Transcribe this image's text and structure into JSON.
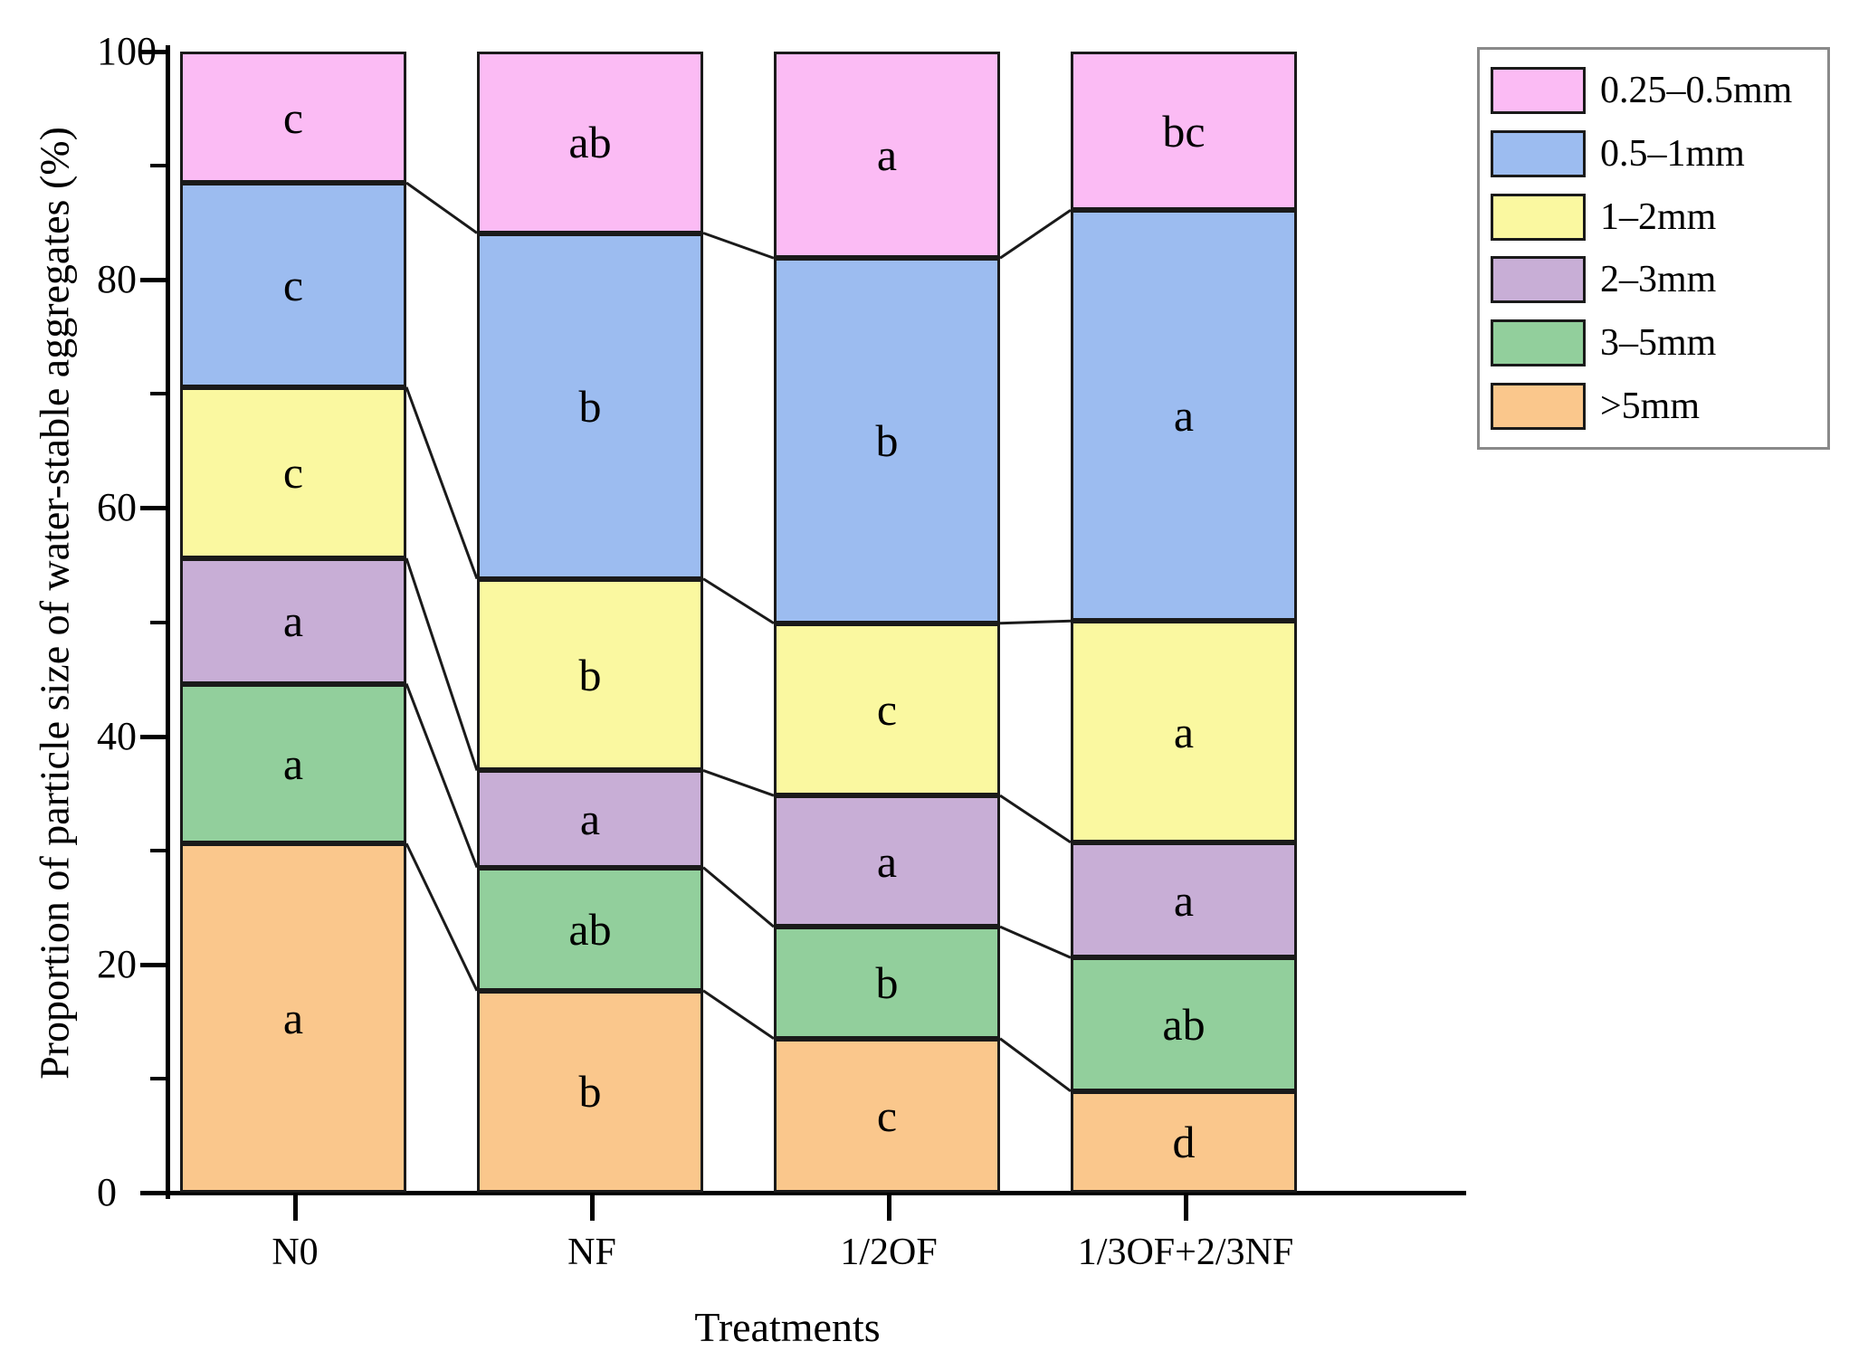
{
  "chart_data": {
    "type": "bar",
    "stacked": true,
    "title": "",
    "xlabel": "Treatments",
    "ylabel": "Proportion of particle size of water-stable aggregates (%)",
    "categories": [
      "N0",
      "NF",
      "1/2OF",
      "1/3OF+2/3NF"
    ],
    "ylim": [
      0,
      100
    ],
    "yticks": [
      0,
      20,
      40,
      60,
      80,
      100
    ],
    "ytick_labels": [
      "0",
      "20",
      "40",
      "60",
      "80",
      "100"
    ],
    "yminor_ticks": [
      10,
      30,
      50,
      70,
      90
    ],
    "grid": false,
    "legend_position": "upper-right",
    "series": [
      {
        "name": "0.25–0.5mm",
        "color": "#FBBBF4",
        "values": [
          11.5,
          15.9,
          18.1,
          13.9
        ],
        "labels": [
          "c",
          "ab",
          "a",
          "bc"
        ]
      },
      {
        "name": "0.5–1mm",
        "color": "#9CBCF0",
        "values": [
          17.9,
          30.3,
          32.0,
          36.0
        ],
        "labels": [
          "c",
          "b",
          "b",
          "a"
        ]
      },
      {
        "name": "1–2mm",
        "color": "#FAF8A0",
        "values": [
          15.0,
          16.8,
          15.1,
          19.4
        ],
        "labels": [
          "c",
          "b",
          "c",
          "a"
        ]
      },
      {
        "name": "2–3mm",
        "color": "#C8AED6",
        "values": [
          11.0,
          8.5,
          11.5,
          10.1
        ],
        "labels": [
          "a",
          "a",
          "a",
          "a"
        ]
      },
      {
        "name": "3–5mm",
        "color": "#92CF9C",
        "values": [
          14.0,
          10.8,
          9.8,
          11.7
        ],
        "labels": [
          "a",
          "ab",
          "b",
          "ab"
        ]
      },
      {
        "name": ">5mm",
        "color": "#FAC78C",
        "values": [
          30.6,
          17.7,
          13.5,
          8.9
        ],
        "labels": [
          "a",
          "b",
          "c",
          "d"
        ]
      }
    ]
  },
  "axes": {
    "y_title": "Proportion of particle size of water-stable aggregates (%)",
    "x_title": "Treatments"
  },
  "legend": {
    "items": [
      {
        "label": "0.25–0.5mm",
        "color": "#FBBBF4"
      },
      {
        "label": "0.5–1mm",
        "color": "#9CBCF0"
      },
      {
        "label": "1–2mm",
        "color": "#FAF8A0"
      },
      {
        "label": "2–3mm",
        "color": "#C8AED6"
      },
      {
        "label": "3–5mm",
        "color": "#92CF9C"
      },
      {
        "label": ">5mm",
        "color": "#FAC78C"
      }
    ]
  }
}
